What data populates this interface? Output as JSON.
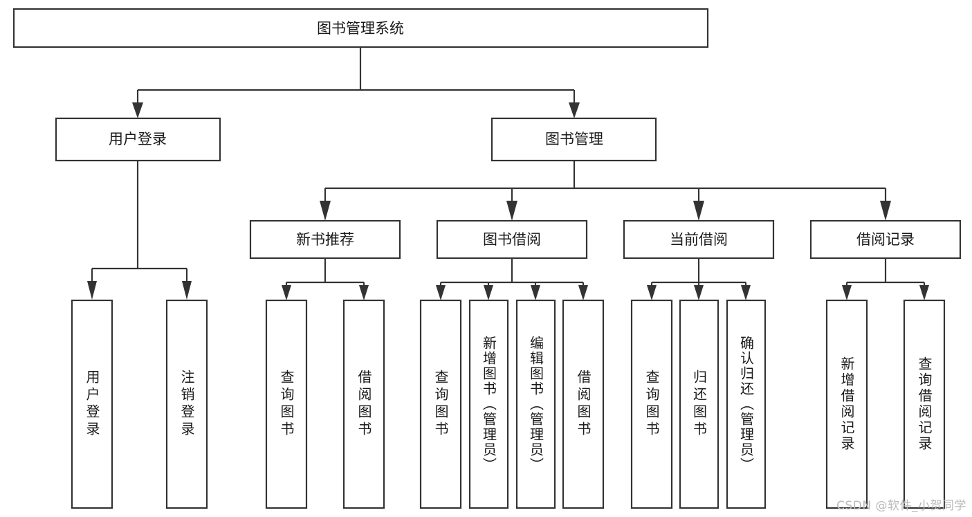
{
  "diagram": {
    "type": "tree-hierarchy-chart",
    "title": "图书管理系统",
    "theme": {
      "background": "#ffffff",
      "box_fill": "#ffffff",
      "box_stroke": "#333333",
      "text_color": "#1a1a1a",
      "watermark_color": "#b9b9b9"
    },
    "root": {
      "id": "root",
      "label": "图书管理系统",
      "orientation": "horizontal"
    },
    "level1": [
      {
        "id": "user-login",
        "label": "用户登录",
        "orientation": "horizontal"
      },
      {
        "id": "book-manage",
        "label": "图书管理",
        "orientation": "horizontal"
      }
    ],
    "level2": [
      {
        "id": "new-book-recommend",
        "label": "新书推荐",
        "parent": "book-manage",
        "orientation": "horizontal"
      },
      {
        "id": "book-borrow",
        "label": "图书借阅",
        "parent": "book-manage",
        "orientation": "horizontal"
      },
      {
        "id": "current-borrow",
        "label": "当前借阅",
        "parent": "book-manage",
        "orientation": "horizontal"
      },
      {
        "id": "borrow-record",
        "label": "借阅记录",
        "parent": "book-manage",
        "orientation": "horizontal"
      }
    ],
    "leaves": [
      {
        "id": "leaf-user-login",
        "label": "用户登录",
        "parent": "user-login",
        "orientation": "vertical"
      },
      {
        "id": "leaf-logout-login",
        "label": "注销登录",
        "parent": "user-login",
        "orientation": "vertical"
      },
      {
        "id": "leaf-query-book-1",
        "label": "查询图书",
        "parent": "new-book-recommend",
        "orientation": "vertical"
      },
      {
        "id": "leaf-borrow-book-1",
        "label": "借阅图书",
        "parent": "new-book-recommend",
        "orientation": "vertical"
      },
      {
        "id": "leaf-query-book-2",
        "label": "查询图书",
        "parent": "book-borrow",
        "orientation": "vertical"
      },
      {
        "id": "leaf-add-book",
        "label": "新增图书（管理员）",
        "parent": "book-borrow",
        "orientation": "vertical"
      },
      {
        "id": "leaf-edit-book",
        "label": "编辑图书（管理员）",
        "parent": "book-borrow",
        "orientation": "vertical"
      },
      {
        "id": "leaf-borrow-book-2",
        "label": "借阅图书",
        "parent": "book-borrow",
        "orientation": "vertical"
      },
      {
        "id": "leaf-query-book-3",
        "label": "查询图书",
        "parent": "current-borrow",
        "orientation": "vertical"
      },
      {
        "id": "leaf-return-book",
        "label": "归还图书",
        "parent": "current-borrow",
        "orientation": "vertical"
      },
      {
        "id": "leaf-confirm-return",
        "label": "确认归还（管理员）",
        "parent": "current-borrow",
        "orientation": "vertical"
      },
      {
        "id": "leaf-add-record",
        "label": "新增借阅记录",
        "parent": "borrow-record",
        "orientation": "vertical"
      },
      {
        "id": "leaf-query-record",
        "label": "查询借阅记录",
        "parent": "borrow-record",
        "orientation": "vertical"
      }
    ],
    "watermark": "CSDN @软件_小贺同学"
  }
}
